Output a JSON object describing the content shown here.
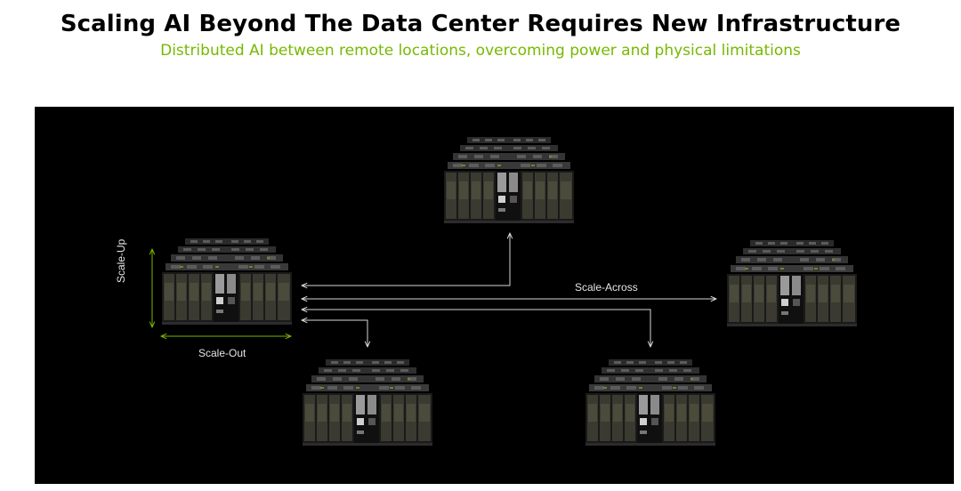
{
  "header": {
    "title": "Scaling AI Beyond The Data Center Requires New Infrastructure",
    "subtitle": "Distributed AI between remote locations, overcoming power and physical limitations"
  },
  "diagram": {
    "labels": {
      "scale_up": "Scale-Up",
      "scale_out": "Scale-Out",
      "scale_across": "Scale-Across"
    },
    "nodes": [
      {
        "id": "local-cluster",
        "icon": "server-cluster-icon"
      },
      {
        "id": "remote-cluster-top",
        "icon": "server-cluster-icon"
      },
      {
        "id": "remote-cluster-right",
        "icon": "server-cluster-icon"
      },
      {
        "id": "remote-cluster-bottom-left",
        "icon": "server-cluster-icon"
      },
      {
        "id": "remote-cluster-bottom-right",
        "icon": "server-cluster-icon"
      }
    ],
    "colors": {
      "accent": "#76b900",
      "background": "#000000",
      "connector": "#d9d9d9"
    }
  }
}
